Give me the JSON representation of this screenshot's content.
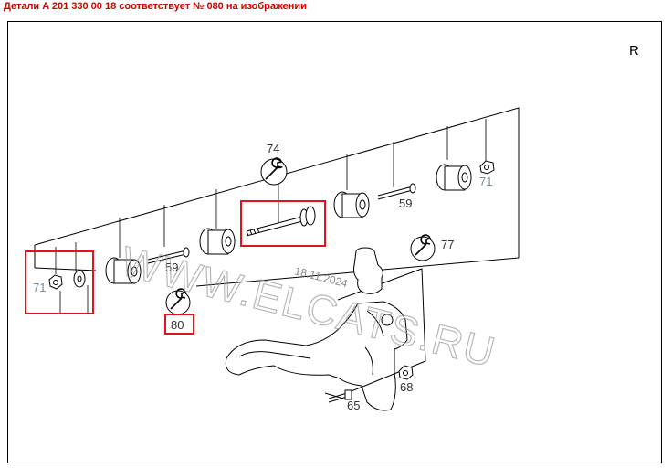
{
  "header": {
    "text": "Детали A 201 330 00 18 соответствует № 080 на изображении"
  },
  "corner_label": "R",
  "callouts": {
    "c74": "74",
    "c59a": "59",
    "c59b": "59",
    "c71a": "71",
    "c71b": "71",
    "c77": "77",
    "c80": "80",
    "c68": "68",
    "c65": "65"
  },
  "watermark": {
    "text": "WWW.ELCATS.RU",
    "date": "18.11.2024"
  },
  "colors": {
    "header": "#d10000",
    "highlight": "#e0141e",
    "lines": "#000000"
  }
}
